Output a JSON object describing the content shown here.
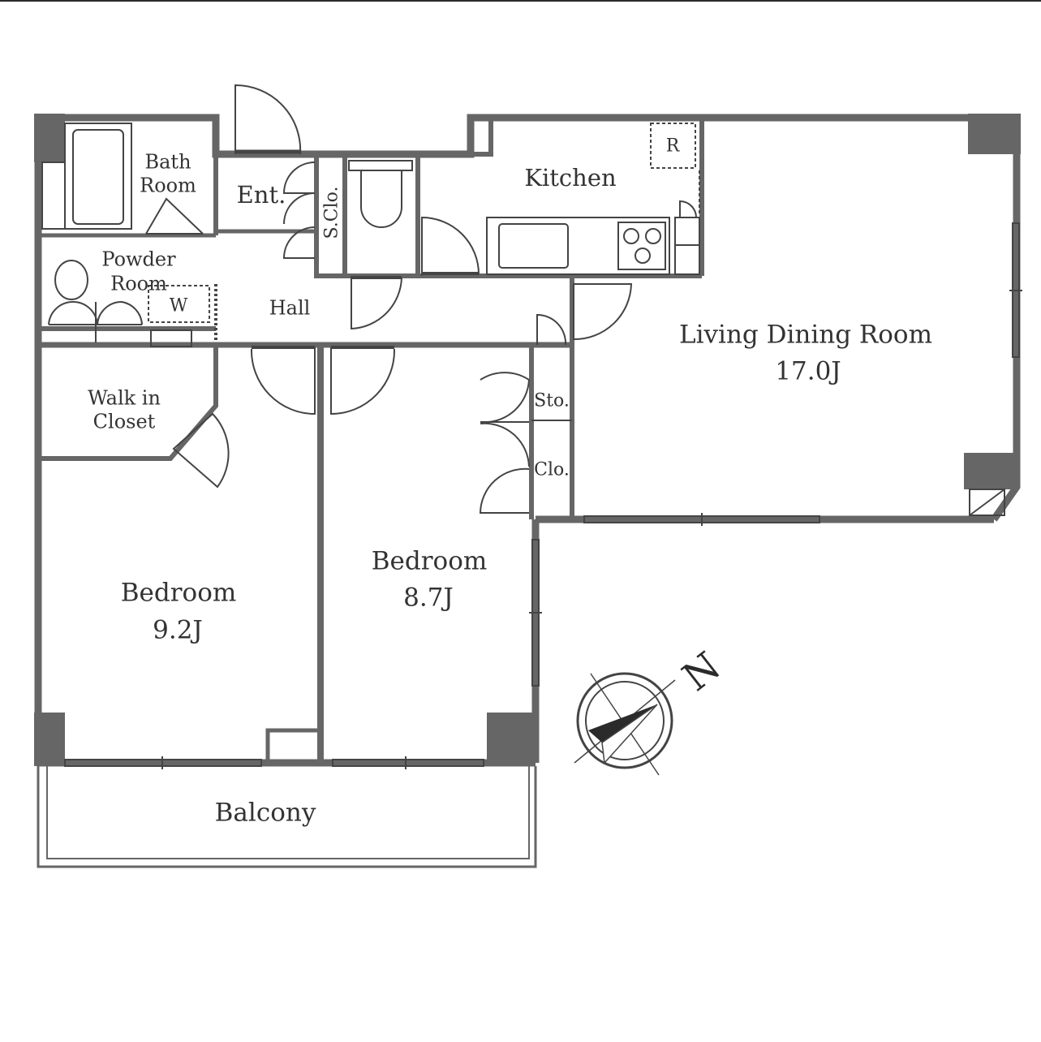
{
  "colors": {
    "wall": "#666666",
    "line": "#444444",
    "text": "#333333",
    "background": "#ffffff"
  },
  "rooms": {
    "bath_room": [
      "Bath",
      "Room"
    ],
    "entrance": "Ent.",
    "shoe_closet": "S.Clo.",
    "kitchen": "Kitchen",
    "refrigerator": "R",
    "powder_room": [
      "Powder",
      "Room"
    ],
    "washer": "W",
    "hall": "Hall",
    "living_dining": {
      "name": "Living Dining Room",
      "size": "17.0J"
    },
    "walk_in_closet": [
      "Walk in",
      "Closet"
    ],
    "storage": "Sto.",
    "closet": "Clo.",
    "bedroom_1": {
      "name": "Bedroom",
      "size": "9.2J"
    },
    "bedroom_2": {
      "name": "Bedroom",
      "size": "8.7J"
    },
    "balcony": "Balcony"
  },
  "compass": {
    "label": "N",
    "icon": "north-arrow-icon"
  }
}
